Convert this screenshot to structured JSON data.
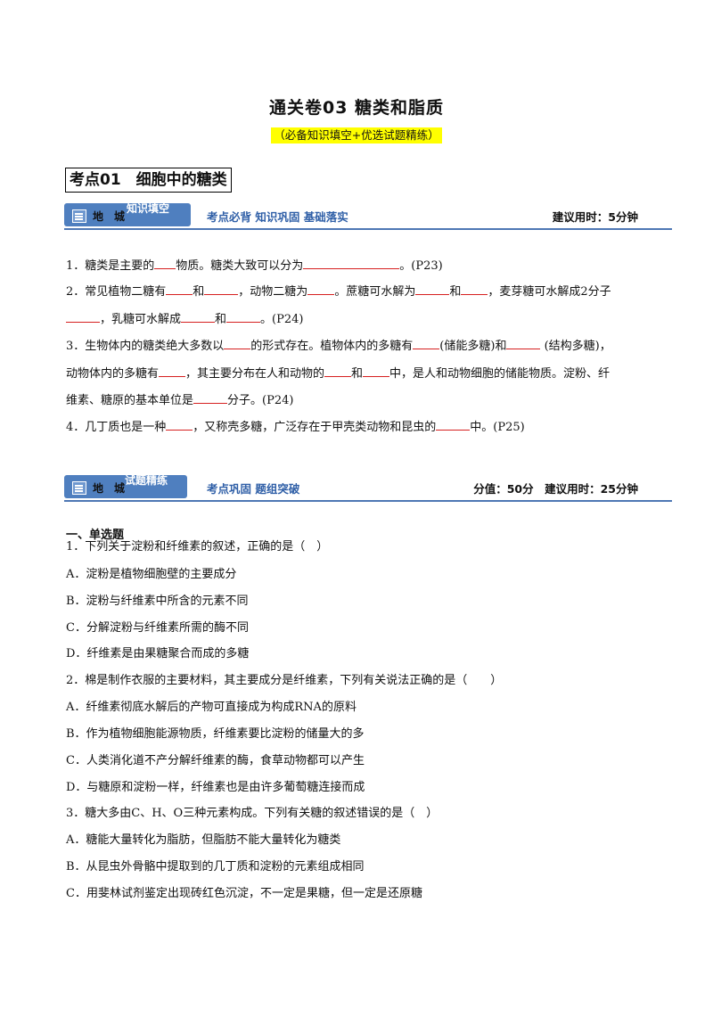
{
  "doc": {
    "title": "通关卷03 糖类和脂质",
    "subtitle": "（必备知识填空+优选试题精练）",
    "section": "考点01　细胞中的糖类"
  },
  "banner1": {
    "tag_main": "地　城",
    "tag_badge": "知识填空",
    "slogan": "考点必背  知识巩固  基础落实",
    "right": "建议用时：5分钟"
  },
  "fill": {
    "l1a": "1．糖类是主要的",
    "l1b": "物质。糖类大致可以分为",
    "l1c": "。(P23)",
    "l2a": "2．常见植物二糖有",
    "l2b": "和",
    "l2c": "，动物二糖为",
    "l2d": "。蔗糖可水解为",
    "l2e": "和",
    "l2f": "，麦芽糖可水解成2分子",
    "l2g": "，乳糖可水解成",
    "l2h": "和",
    "l2i": "。(P24)",
    "l3a": "3．生物体内的糖类绝大多数以",
    "l3b": "的形式存在。植物体内的多糖有",
    "l3c": "(储能多糖)和",
    "l3d": " (结构多糖)，",
    "l3e": "动物体内的多糖有",
    "l3f": "，其主要分布在人和动物的",
    "l3g": "和",
    "l3h": "中，是人和动物细胞的储能物质。淀粉、纤",
    "l3i": "维素、糖原的基本单位是",
    "l3j": "分子。(P24)",
    "l4a": "4．几丁质也是一种",
    "l4b": "，又称壳多糖，广泛存在于甲壳类动物和昆虫的",
    "l4c": "中。(P25)"
  },
  "banner2": {
    "tag_main": "地　城",
    "tag_badge": "试题精练",
    "slogan": "考点巩固  题组突破",
    "right": "分值：50分　建议用时：25分钟"
  },
  "questions": {
    "heading": "一、单选题",
    "q1": "1．下列关于淀粉和纤维素的叙述，正确的是（　）",
    "q1a": "A．淀粉是植物细胞壁的主要成分",
    "q1b": "B．淀粉与纤维素中所含的元素不同",
    "q1c": "C．分解淀粉与纤维素所需的酶不同",
    "q1d": "D．纤维素是由果糖聚合而成的多糖",
    "q2": "2．棉是制作衣服的主要材料，其主要成分是纤维素，下列有关说法正确的是（　　）",
    "q2a": "A．纤维素彻底水解后的产物可直接成为构成RNA的原料",
    "q2b": "B．作为植物细胞能源物质，纤维素要比淀粉的储量大的多",
    "q2c": "C．人类消化道不产分解纤维素的酶，食草动物都可以产生",
    "q2d": "D．与糖原和淀粉一样，纤维素也是由许多葡萄糖连接而成",
    "q3": "3．糖大多由C、H、O三种元素构成。下列有关糖的叙述错误的是（　）",
    "q3a": "A．糖能大量转化为脂肪，但脂肪不能大量转化为糖类",
    "q3b": "B．从昆虫外骨骼中提取到的几丁质和淀粉的元素组成相同",
    "q3c": "C．用斐林试剂鉴定出现砖红色沉淀，不一定是果糖，但一定是还原糖"
  },
  "colors": {
    "banner_blue": "#4f7fbf",
    "rule_blue": "#2f5fa7",
    "highlight": "#ffff00",
    "blank_line": "#d62020"
  }
}
